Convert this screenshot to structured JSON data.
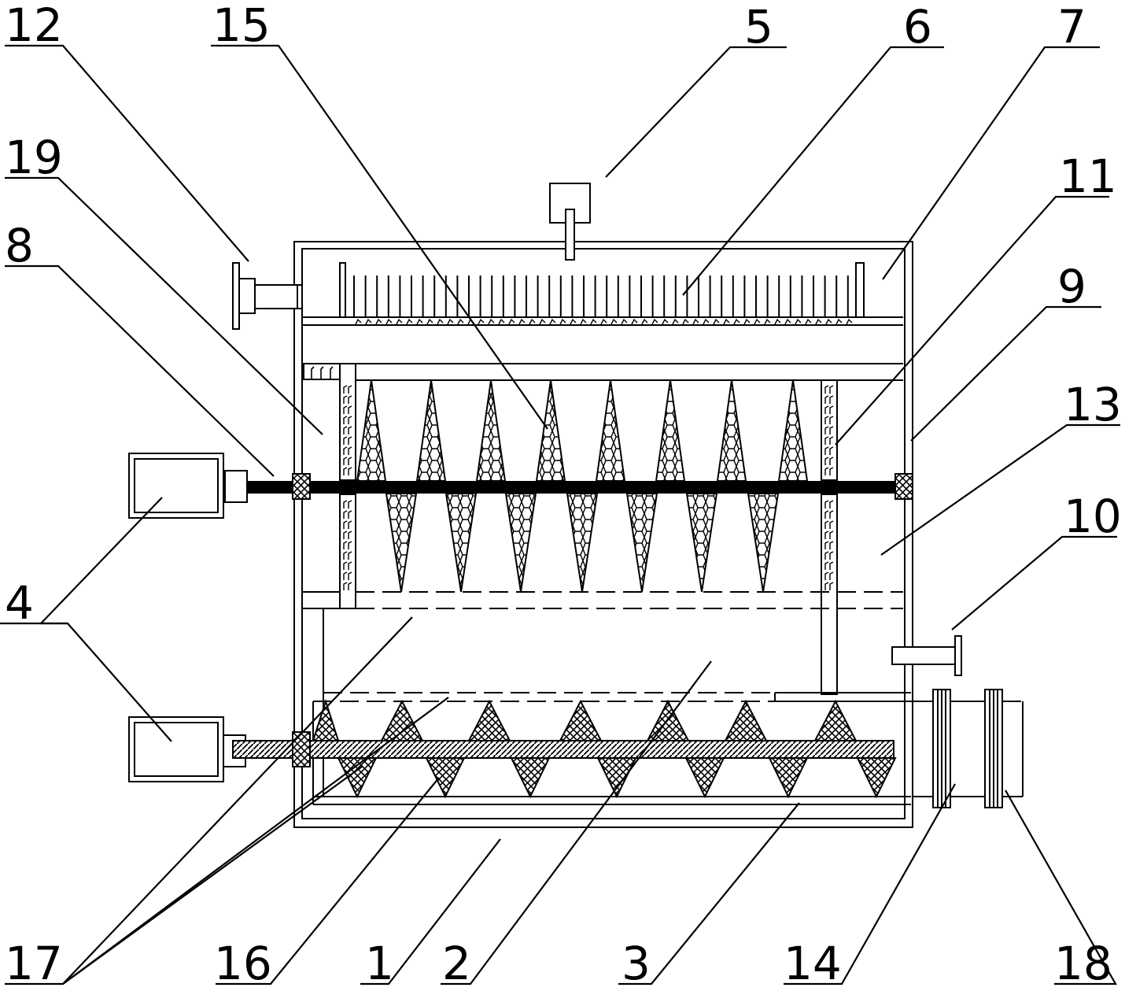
{
  "diagram": {
    "callouts": [
      {
        "id": "12",
        "text": "12"
      },
      {
        "id": "15",
        "text": "15"
      },
      {
        "id": "5",
        "text": "5"
      },
      {
        "id": "6",
        "text": "6"
      },
      {
        "id": "7",
        "text": "7"
      },
      {
        "id": "19",
        "text": "19"
      },
      {
        "id": "11",
        "text": "11"
      },
      {
        "id": "8",
        "text": "8"
      },
      {
        "id": "9",
        "text": "9"
      },
      {
        "id": "13",
        "text": "13"
      },
      {
        "id": "10",
        "text": "10"
      },
      {
        "id": "4",
        "text": "4"
      },
      {
        "id": "17",
        "text": "17"
      },
      {
        "id": "16",
        "text": "16"
      },
      {
        "id": "1",
        "text": "1"
      },
      {
        "id": "2",
        "text": "2"
      },
      {
        "id": "3",
        "text": "3"
      },
      {
        "id": "14",
        "text": "14"
      },
      {
        "id": "18",
        "text": "18"
      }
    ]
  }
}
